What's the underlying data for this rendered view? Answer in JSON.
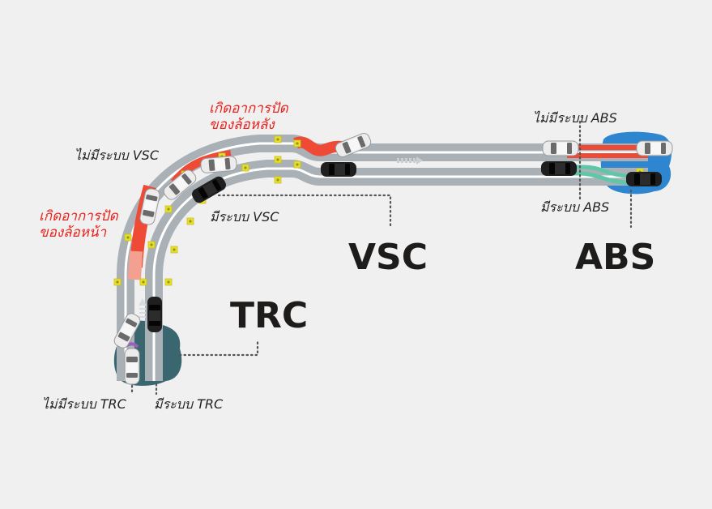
{
  "diagram": {
    "sections": [
      {
        "id": "trc",
        "title": "TRC",
        "without_label": "ไม่มีระบบ TRC",
        "with_label": "มีระบบ TRC"
      },
      {
        "id": "vsc",
        "title": "VSC",
        "without_label": "ไม่มีระบบ VSC",
        "with_label": "มีระบบ VSC"
      },
      {
        "id": "abs",
        "title": "ABS",
        "without_label": "ไม่มีระบบ ABS",
        "with_label": "มีระบบ ABS"
      }
    ],
    "warnings": {
      "front_skid": [
        "เกิดอาการปัด",
        "ของล้อหน้า"
      ],
      "rear_skid": [
        "เกิดอาการปัด",
        "ของล้อหลัง"
      ]
    },
    "colors": {
      "background": "#f0f0f0",
      "track": "#a9b1b7",
      "track_line": "#ffffff",
      "skid": "#ee4a36",
      "skid_light": "#f4a090",
      "abs_ok": "#5fc6a8",
      "water_abs": "#2f86d0",
      "water_trc": "#3a6670",
      "trc_slip": "#9a5fbf",
      "cone": "#e6df2c",
      "car_white": "#e8e8e8",
      "car_black": "#1f1f1f",
      "warning_text": "#e8231e"
    }
  }
}
